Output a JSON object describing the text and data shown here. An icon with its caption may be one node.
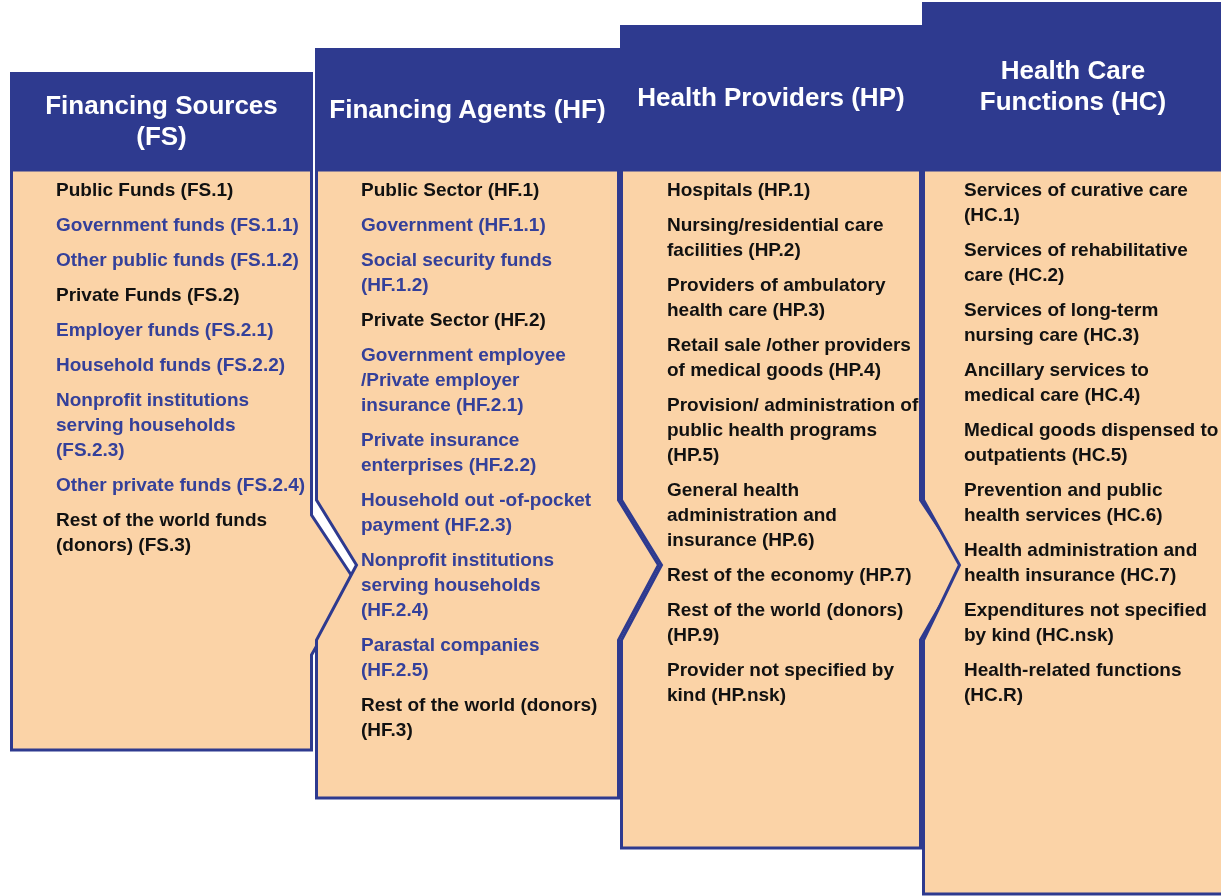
{
  "diagram": {
    "nodes": [
      {
        "text": [
          "Financing Sources (FS)",
          "Public Funds (FS.1)",
          "Government funds (FS.1.1)",
          "Other public funds (FS.1.2)",
          "Private Funds (FS.2)",
          "Employer funds (FS.2.1)",
          "Household funds (FS.2.2)",
          "Nonprofit institutions serving households (FS.2.3)",
          "Other private funds (FS.2.4)",
          "Rest of the world funds (donors) (FS.3)"
        ]
      },
      {
        "text": [
          "Financing Agents (HF)",
          "Public Sector (HF.1)",
          "Government (HF.1.1)",
          "Social security funds (HF.1.2)",
          "Private Sector (HF.2)",
          "Government employee /Private employer insurance (HF.2.1)",
          "Private insurance enterprises (HF.2.2)",
          "Household out -of-pocket payment (HF.2.3)",
          "Nonprofit institutions serving households (HF.2.4)",
          "Parastal companies (HF.2.5)",
          "Rest of the world (donors) (HF.3)"
        ]
      },
      {
        "text": [
          "Health Providers (HP)",
          "Hospitals (HP.1)",
          "Nursing/residential care facilities (HP.2)",
          "Providers of ambulatory health care (HP.3)",
          "Retail sale /other providers of medical goods (HP.4)",
          "Provision/ administration of public health programs (HP.5)",
          "General health administration and insurance (HP.6)",
          "Rest of the economy (HP.7)",
          "Rest of the world (donors) (HP.9)",
          "Provider not specified by kind (HP.nsk)"
        ]
      },
      {
        "text": [
          "Health Care Functions (HC)",
          "Services of curative care (HC.1)",
          "Services of rehabilitative care (HC.2)",
          "Services of long-term nursing care (HC.3)",
          "Ancillary services to medical care (HC.4)",
          "Medical goods dispensed to outpatients (HC.5)",
          "Prevention and public health services (HC.6)",
          "Health administration and health insurance (HC.7)",
          "Expenditures not specified by kind (HC.nsk)",
          "Health-related functions (HC.R)"
        ]
      }
    ]
  }
}
